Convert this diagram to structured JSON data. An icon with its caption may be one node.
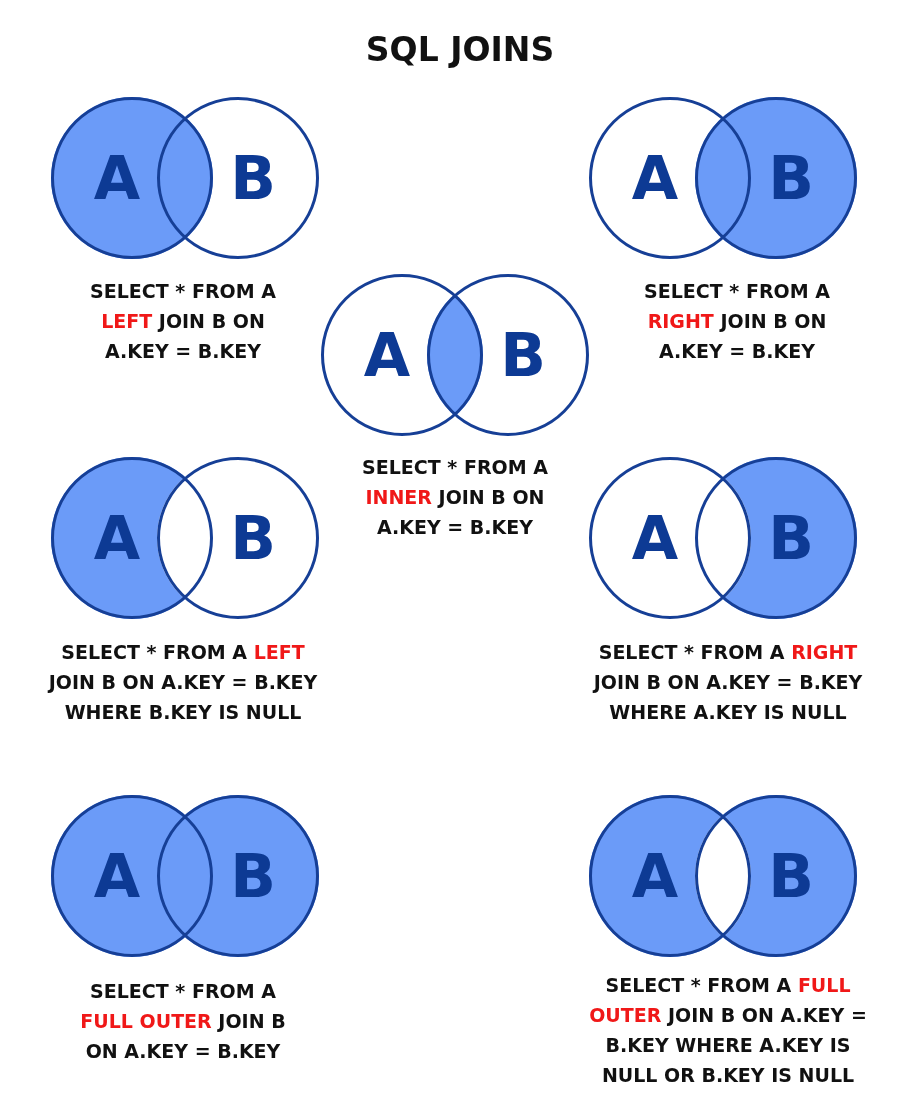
{
  "diagram": {
    "title": "SQL JOINS",
    "nodes": [
      {
        "text": [
          "A"
        ]
      },
      {
        "text": [
          "B"
        ]
      },
      {
        "text": [
          "A"
        ]
      },
      {
        "text": [
          "B"
        ]
      },
      {
        "text": [
          "A"
        ]
      },
      {
        "text": [
          "B"
        ]
      },
      {
        "text": [
          "A"
        ]
      },
      {
        "text": [
          "B"
        ]
      },
      {
        "text": [
          "A"
        ]
      },
      {
        "text": [
          "B"
        ]
      },
      {
        "text": [
          "A"
        ]
      },
      {
        "text": [
          "B"
        ]
      },
      {
        "text": [
          "A"
        ]
      },
      {
        "text": [
          "B"
        ]
      }
    ],
    "edges": [],
    "labels": [
      "SELECT * FROM A **LEFT** JOIN B ON A.KEY = B.KEY",
      "SELECT * FROM A **RIGHT** JOIN B ON A.KEY = B.KEY",
      "SELECT * FROM A **INNER** JOIN B ON A.KEY = B.KEY",
      "SELECT * FROM A **LEFT** JOIN B ON A.KEY = B.KEY WHERE B.KEY IS NULL",
      "SELECT * FROM A **RIGHT** JOIN B ON A.KEY = B.KEY WHERE A.KEY IS NULL",
      "SELECT * FROM A **FULL OUTER** JOIN B ON A.KEY = B.KEY",
      "SELECT * FROM A **FULL OUTER** JOIN B ON A.KEY = B.KEY WHERE A.KEY IS NULL OR B.KEY IS NULL"
    ]
  }
}
